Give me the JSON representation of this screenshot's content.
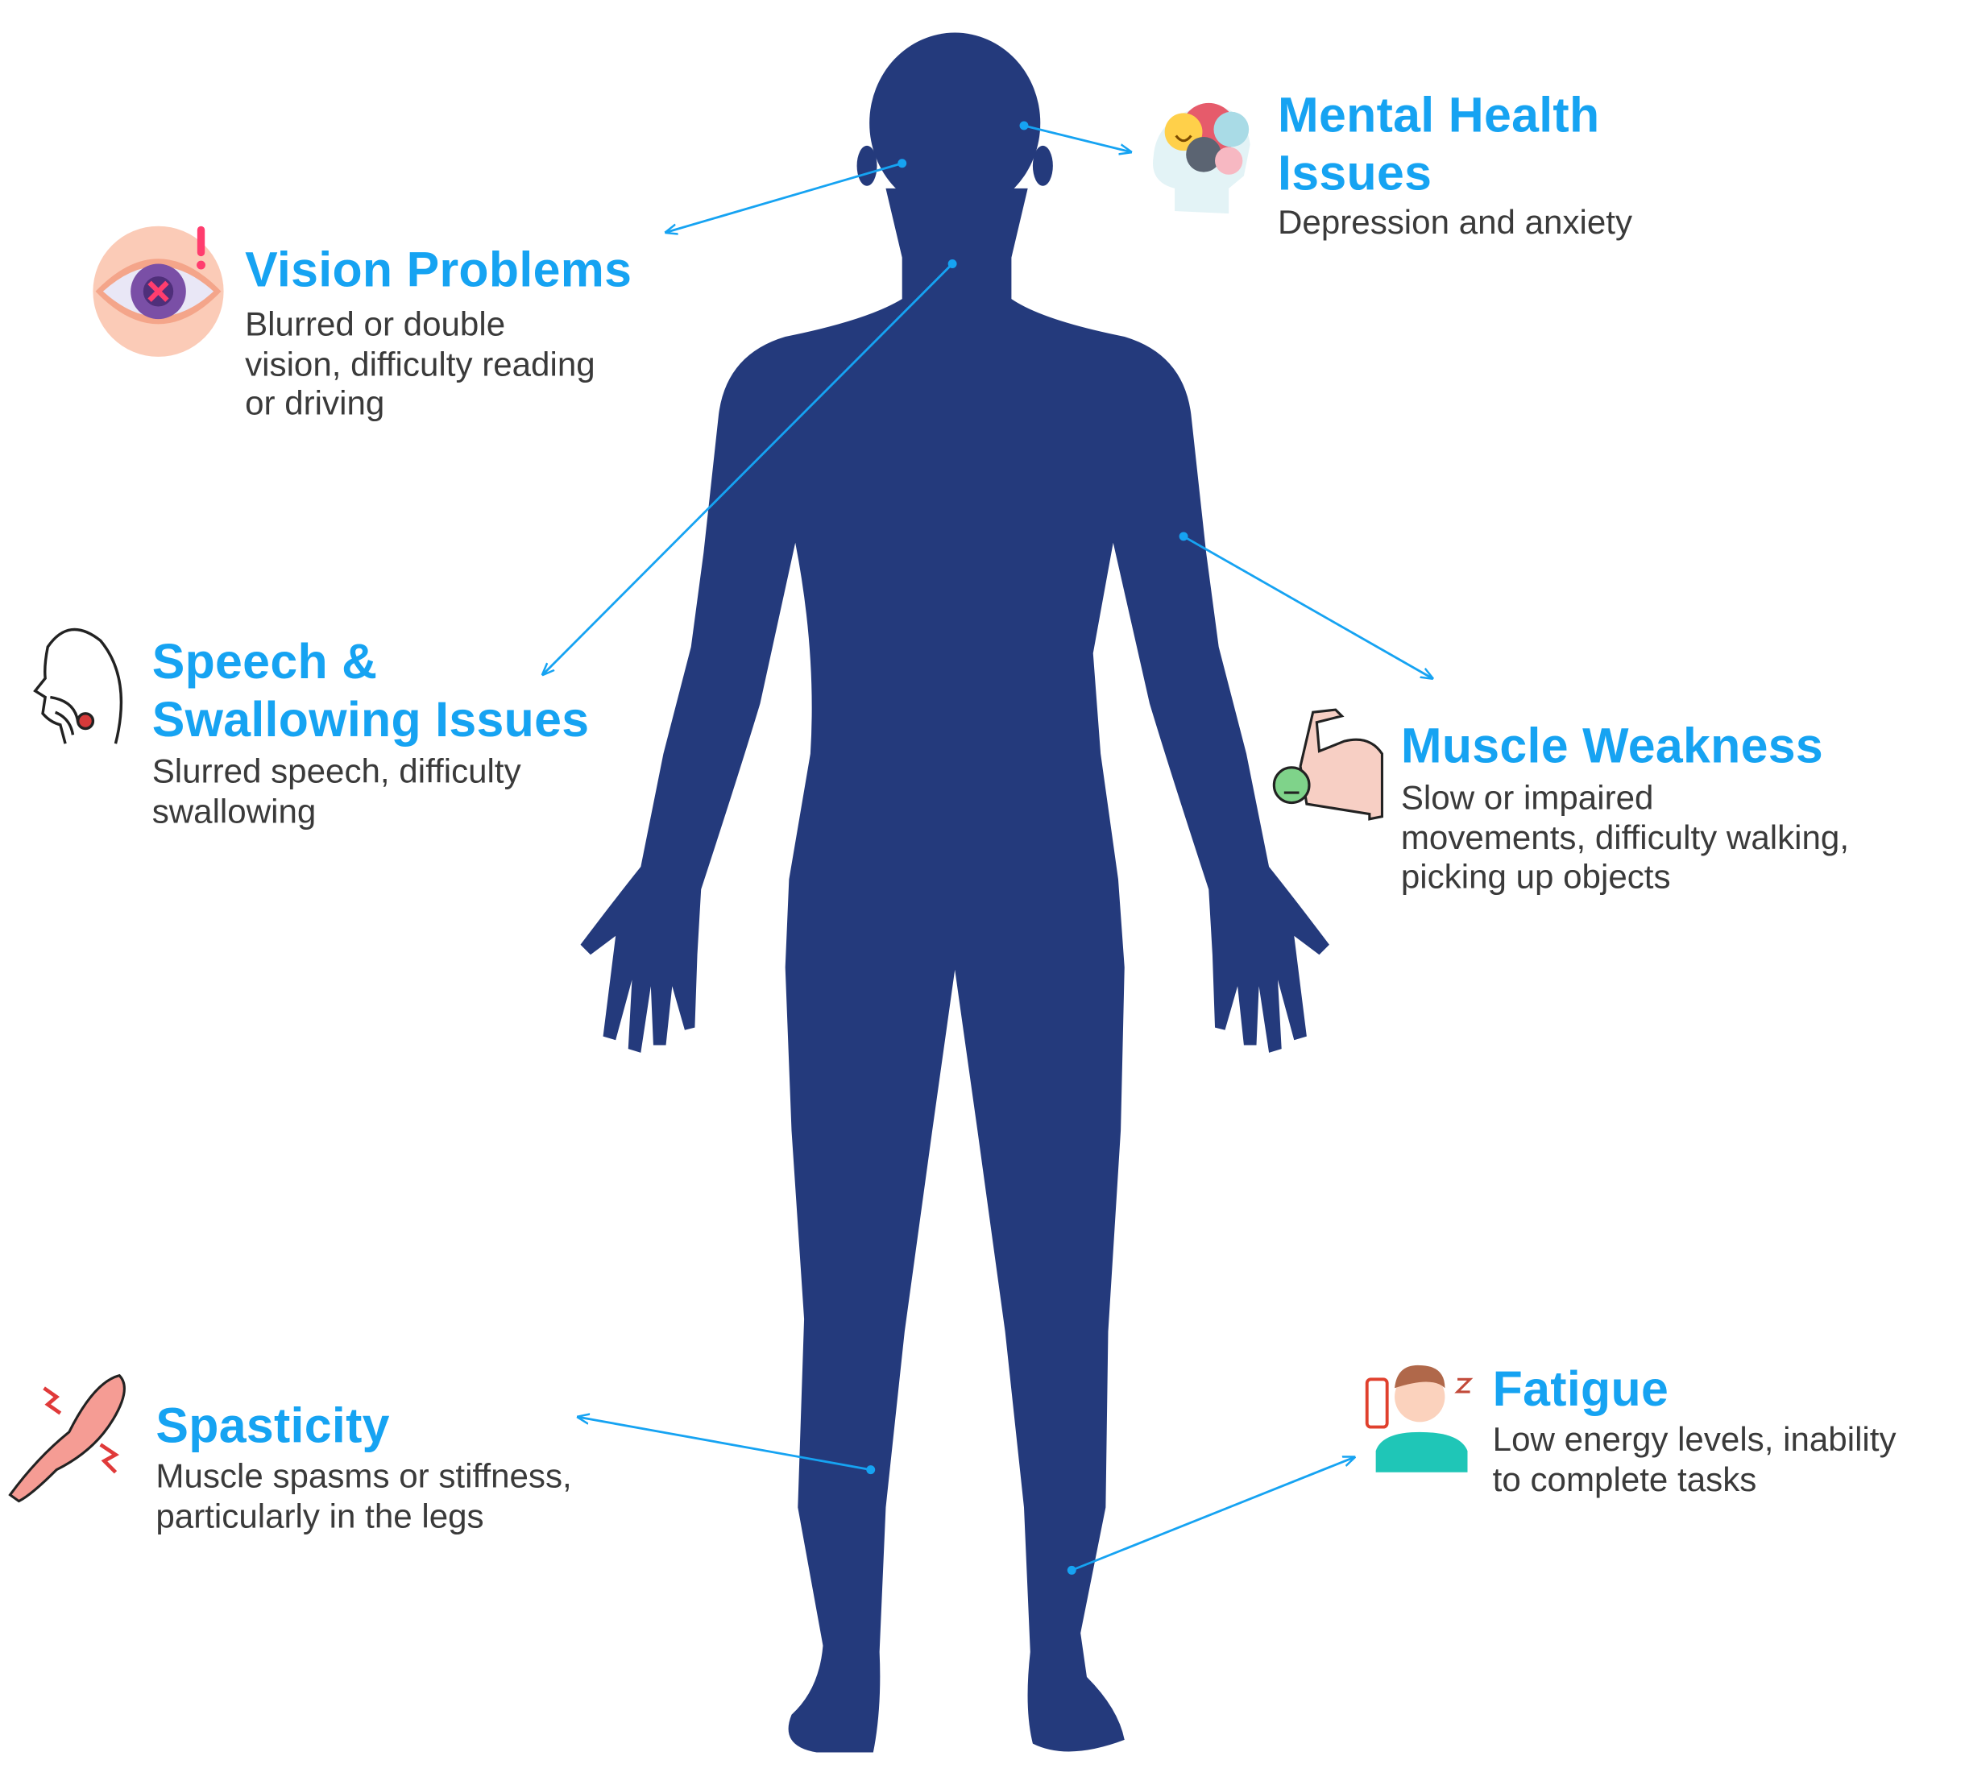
{
  "colors": {
    "body": "#243a7c",
    "accent": "#16a3f2",
    "text": "#3a3a3a"
  },
  "symptoms": [
    {
      "id": "vision",
      "icon": "eye-icon",
      "title": [
        "Vision Problems"
      ],
      "desc": [
        "Blurred or double",
        "vision, difficulty reading",
        "or driving"
      ]
    },
    {
      "id": "mental",
      "icon": "head-emotions-icon",
      "title": [
        "Mental Health",
        "Issues"
      ],
      "desc": [
        "Depression and anxiety"
      ]
    },
    {
      "id": "speech",
      "icon": "throat-icon",
      "title": [
        "Speech &",
        "Swallowing Issues"
      ],
      "desc": [
        "Slurred speech, difficulty",
        "swallowing"
      ]
    },
    {
      "id": "muscle",
      "icon": "weak-arm-icon",
      "title": [
        "Muscle Weakness"
      ],
      "desc": [
        "Slow or impaired",
        "movements, difficulty walking,",
        "picking up objects"
      ]
    },
    {
      "id": "spasticity",
      "icon": "cramping-arm-icon",
      "title": [
        "Spasticity"
      ],
      "desc": [
        "Muscle spasms or stiffness,",
        "particularly in the legs"
      ]
    },
    {
      "id": "fatigue",
      "icon": "tired-person-icon",
      "title": [
        "Fatigue"
      ],
      "desc": [
        "Low energy levels, inability",
        "to complete tasks"
      ]
    }
  ]
}
